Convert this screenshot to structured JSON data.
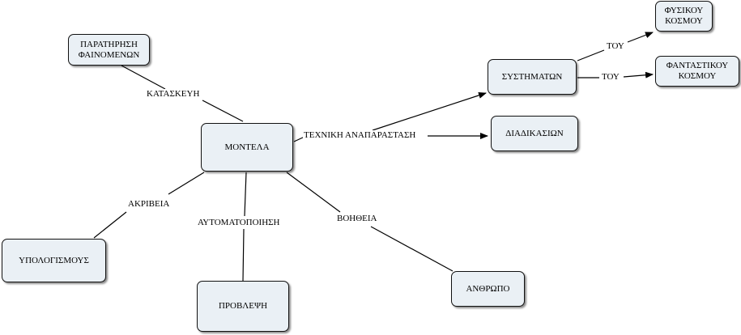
{
  "nodes": {
    "center": "ΜΟΝΤΕΛΑ",
    "observation": "ΠΑΡΑΤΗΡΗΣΗ\nΦΑΙΝΟΜΕΝΩΝ",
    "systems": "ΣΥΣΤΗΜΑΤΩΝ",
    "processes": "ΔΙΑΔΙΚΑΣΙΩΝ",
    "physical": "ΦΥΣΙΚΟΥ\nΚΟΣΜΟΥ",
    "fictional": "ΦΑΝΤΑΣΤΙΚΟΥ\nΚΟΣΜΟΥ",
    "computations": "ΥΠΟΛΟΓΙΣΜΟΥΣ",
    "prediction": "ΠΡΟΒΛΕΨΗ",
    "human": "ΑΝΘΡΩΠΟ"
  },
  "links": {
    "construction": "ΚΑΤΑΣΚΕΥΗ",
    "technical": "ΤΕΧΝΙΚΗ ΑΝΑΠΑΡΑΣΤΑΣΗ",
    "of_physical": "ΤΟΥ",
    "of_fictional": "ΤΟΥ",
    "accuracy": "ΑΚΡΙΒΕΙΑ",
    "automation": "ΑΥΤΟΜΑΤΟΠΟΙΗΣΗ",
    "help": "ΒΟΗΘΕΙΑ"
  }
}
